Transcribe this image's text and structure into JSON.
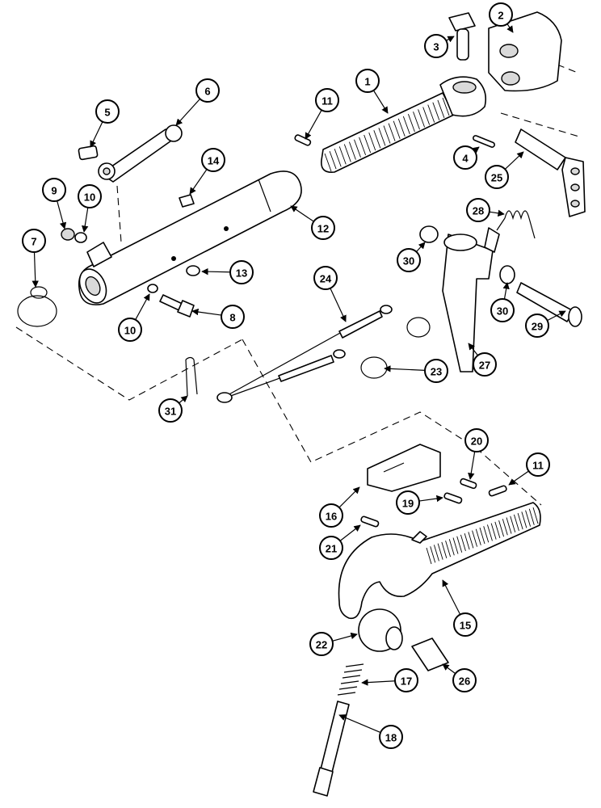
{
  "callouts": [
    "1",
    "2",
    "3",
    "4",
    "5",
    "6",
    "7",
    "8",
    "9",
    "10",
    "10",
    "11",
    "11",
    "12",
    "13",
    "14",
    "15",
    "16",
    "17",
    "18",
    "19",
    "20",
    "21",
    "22",
    "23",
    "24",
    "25",
    "26",
    "27",
    "28",
    "29",
    "30",
    "30",
    "31"
  ]
}
